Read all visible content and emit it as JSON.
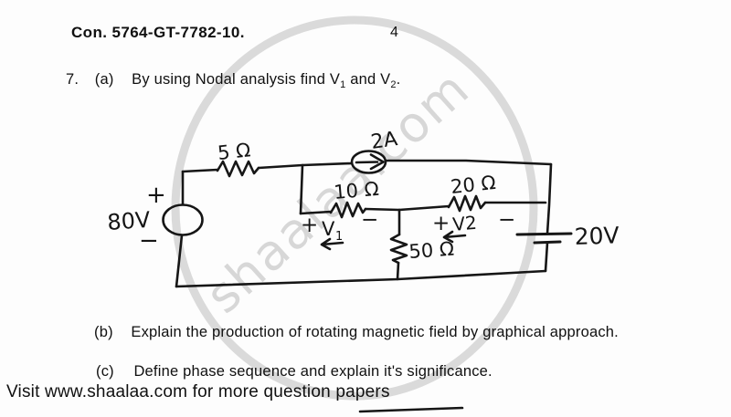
{
  "page": {
    "header_code": "Con. 5764-GT-7782-10.",
    "page_number": "4"
  },
  "watermark": {
    "text": "shaalaa.com"
  },
  "question": {
    "number": "7.",
    "a_label": "(a)",
    "a_pre": "By using Nodal analysis find V",
    "a_sub1": "1",
    "a_mid": " and V",
    "a_sub2": "2",
    "a_post": ".",
    "b_label": "(b)",
    "b_text": "Explain the production of rotating magnetic field by graphical approach.",
    "c_label": "(c)",
    "c_text": "Define phase sequence and explain it's significance."
  },
  "circuit": {
    "r5": "5 Ω",
    "isrc": "2A",
    "r10": "10 Ω",
    "r20": "20 Ω",
    "r50": "50 Ω",
    "vleft": "80V",
    "vleft_plus": "+",
    "vleft_minus": "−",
    "v1_plus": "+",
    "v1": "V",
    "v1_sub": "1",
    "v1_minus": "−",
    "v2_plus": "+",
    "v2": "V2",
    "v2_minus": "−",
    "vright": "20V"
  },
  "footer": {
    "text": "Visit www.shaalaa.com for more question papers"
  }
}
